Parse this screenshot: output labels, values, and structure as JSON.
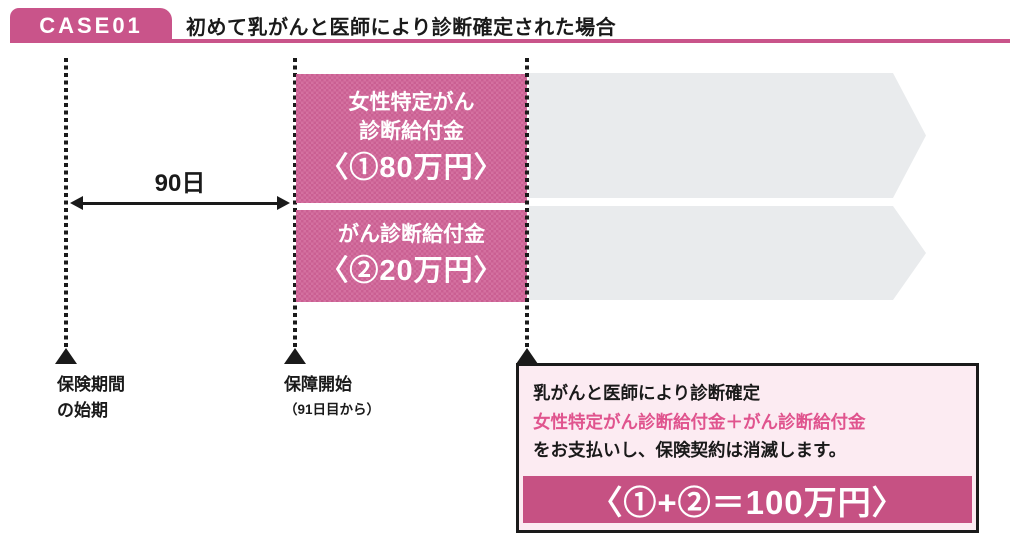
{
  "header": {
    "case_label": "CASE01",
    "title": "初めて乳がんと医師により診断確定された場合"
  },
  "timeline": {
    "duration_label": "90日",
    "start_marker": {
      "line1": "保険期間",
      "line2": "の始期"
    },
    "coverage_marker": {
      "line1": "保障開始",
      "line2": "（91日目から）"
    },
    "benefit_blocks": [
      {
        "line1": "女性特定がん",
        "line2": "診断給付金",
        "amount": "〈①80万円〉"
      },
      {
        "line1": "がん診断給付金",
        "amount": "〈②20万円〉"
      }
    ]
  },
  "payout_box": {
    "line1": "乳がんと医師により診断確定",
    "line2_highlight": "女性特定がん診断給付金＋がん診断給付金",
    "line3": "をお支払いし、保険契約は消滅します。",
    "total_label": "〈①+②＝100万円〉"
  },
  "colors": {
    "accent_pink": "#c9548a",
    "block_checker_light": "#d471a0",
    "block_checker_dark": "#ca5f92",
    "payout_bar_pink": "#c65183",
    "payout_box_bg": "#fcebf2",
    "highlight_text_pink": "#e0548e",
    "arrow_gray": "#e9ebed",
    "ink": "#1a1a1a"
  }
}
